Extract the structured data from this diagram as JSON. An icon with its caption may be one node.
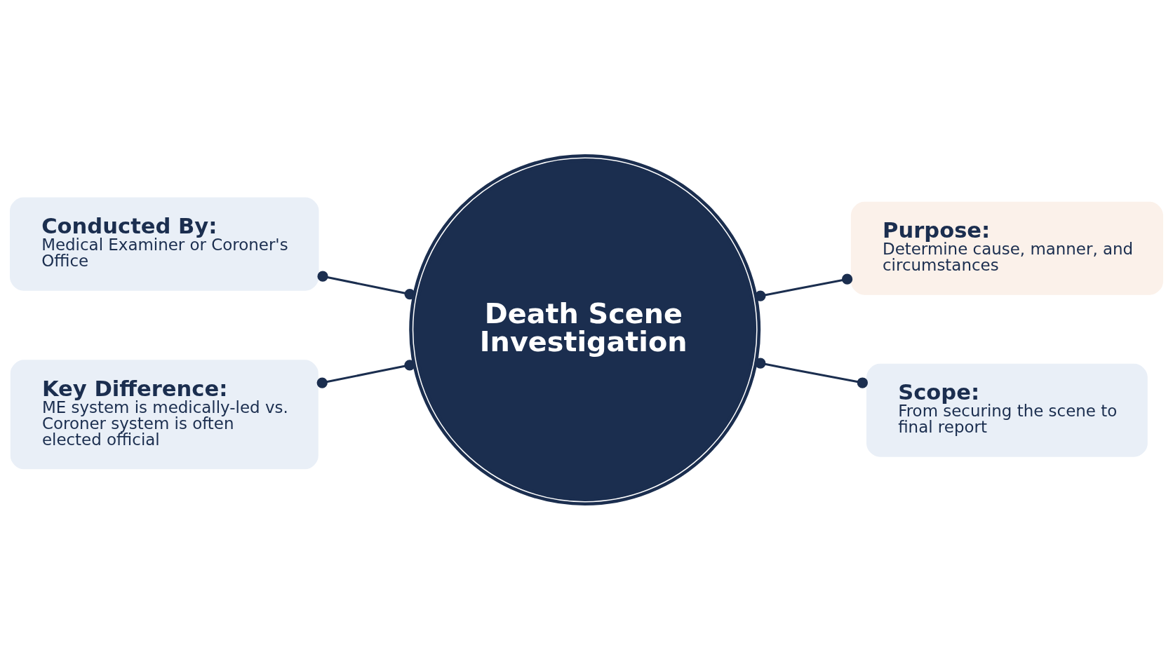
{
  "diagram": {
    "nodes": [
      {
        "text": [
          "Conducted By:",
          "Medical Examiner or Coroner's Office"
        ]
      },
      {
        "text": [
          "Purpose:",
          "Determine cause, manner, and circumstances"
        ]
      },
      {
        "text": [
          "Death Scene Investigation"
        ]
      },
      {
        "text": [
          "Key Difference:",
          "ME system is medically-led vs. Coroner system is often elected official"
        ]
      },
      {
        "text": [
          "Scope:",
          "From securing the scene to final report"
        ]
      }
    ],
    "edges": [
      {
        "from": 2,
        "to": 0,
        "arrow": "other"
      },
      {
        "from": 2,
        "to": 1,
        "arrow": "other"
      },
      {
        "from": 2,
        "to": 3,
        "arrow": "other"
      },
      {
        "from": 2,
        "to": 4,
        "arrow": "other"
      }
    ]
  }
}
